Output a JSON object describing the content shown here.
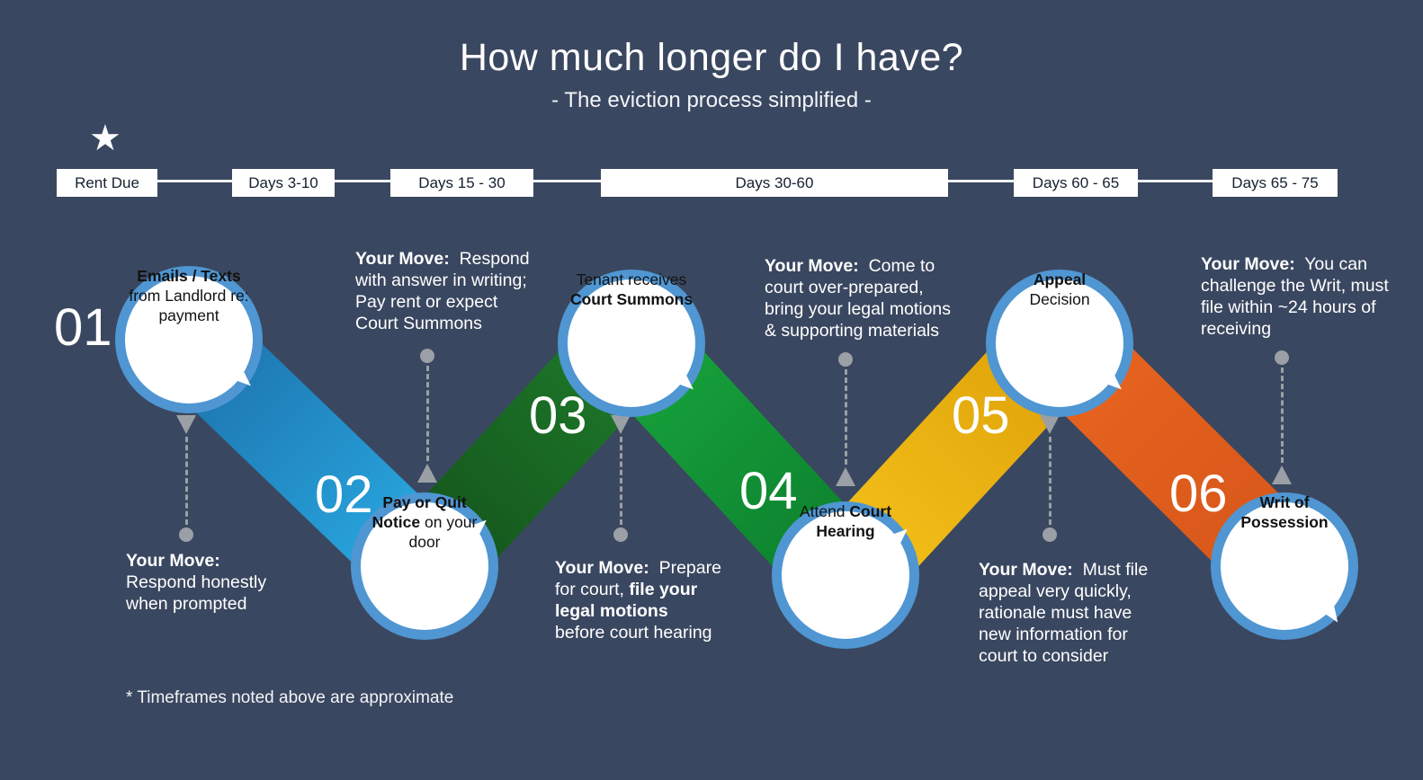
{
  "title": {
    "heading": "How much longer do I have?",
    "subheading": "- The eviction process simplified -"
  },
  "timeline": {
    "star_icon": "★",
    "items": [
      {
        "label": "Rent Due",
        "starred": true
      },
      {
        "label": "Days 3-10"
      },
      {
        "label": "Days 15 - 30"
      },
      {
        "label": "Days 30-60"
      },
      {
        "label": "Days 60 - 65"
      },
      {
        "label": "Days 65 - 75"
      }
    ]
  },
  "colors": {
    "background": "#3a4760",
    "circle_ring": "#4f96d2",
    "connector_gray": "#9aa0a5",
    "timeline_box_bg": "#ffffff",
    "timeline_box_text": "#15202f",
    "text_white": "#ffffff",
    "bubble_text": "#121212"
  },
  "ribbons": [
    {
      "name": "step1-to-step2",
      "from": "#1b6ca6",
      "to": "#2bafe8"
    },
    {
      "name": "step2-to-step3",
      "from": "#134f1a",
      "to": "#1e7e2b"
    },
    {
      "name": "step3-to-step4",
      "from": "#18a83e",
      "to": "#0c7b2c"
    },
    {
      "name": "step4-to-step5",
      "from": "#f7c41d",
      "to": "#dc9f06"
    },
    {
      "name": "step5-to-step6",
      "from": "#ea671f",
      "to": "#d4541a"
    }
  ],
  "steps": [
    {
      "number": "01",
      "position": "top",
      "bubble": [
        [
          {
            "t": "Emails / Texts",
            "b": true
          }
        ],
        [
          {
            "t": "from Landlord re:"
          }
        ],
        [
          {
            "t": "payment"
          }
        ]
      ],
      "your_move": [
        [
          {
            "t": "Your Move:",
            "b": true
          }
        ],
        [
          {
            "t": "Respond honestly"
          }
        ],
        [
          {
            "t": "when prompted"
          }
        ]
      ]
    },
    {
      "number": "02",
      "position": "bottom",
      "bubble": [
        [
          {
            "t": "Pay or Quit",
            "b": true
          }
        ],
        [
          {
            "t": "Notice",
            "b": true
          },
          {
            "t": " on your"
          }
        ],
        [
          {
            "t": "door"
          }
        ]
      ],
      "your_move": [
        [
          {
            "t": "Your Move:",
            "b": true
          },
          {
            "t": "  Respond"
          }
        ],
        [
          {
            "t": "with answer in writing;"
          }
        ],
        [
          {
            "t": "Pay rent or expect"
          }
        ],
        [
          {
            "t": "Court Summons"
          }
        ]
      ]
    },
    {
      "number": "03",
      "position": "top",
      "bubble": [
        [
          {
            "t": "Tenant receives"
          }
        ],
        [
          {
            "t": "Court Summons",
            "b": true
          }
        ]
      ],
      "your_move": [
        [
          {
            "t": "Your Move:",
            "b": true
          },
          {
            "t": "  Prepare"
          }
        ],
        [
          {
            "t": "for court, "
          },
          {
            "t": "file your",
            "b": true
          }
        ],
        [
          {
            "t": "legal motions",
            "b": true
          }
        ],
        [
          {
            "t": "before court hearing"
          }
        ]
      ]
    },
    {
      "number": "04",
      "position": "bottom",
      "bubble": [
        [
          {
            "t": "Attend "
          },
          {
            "t": "Court",
            "b": true
          }
        ],
        [
          {
            "t": "Hearing",
            "b": true
          }
        ]
      ],
      "your_move": [
        [
          {
            "t": "Your Move:",
            "b": true
          },
          {
            "t": "  Come to"
          }
        ],
        [
          {
            "t": "court over-prepared,"
          }
        ],
        [
          {
            "t": "bring your legal motions"
          }
        ],
        [
          {
            "t": "& supporting materials"
          }
        ]
      ]
    },
    {
      "number": "05",
      "position": "top",
      "bubble": [
        [
          {
            "t": "Appeal",
            "b": true
          }
        ],
        [
          {
            "t": "Decision"
          }
        ]
      ],
      "your_move": [
        [
          {
            "t": "Your Move:",
            "b": true
          },
          {
            "t": "  Must file"
          }
        ],
        [
          {
            "t": "appeal very quickly,"
          }
        ],
        [
          {
            "t": "rationale must have"
          }
        ],
        [
          {
            "t": "new information for"
          }
        ],
        [
          {
            "t": "court to consider"
          }
        ]
      ]
    },
    {
      "number": "06",
      "position": "bottom",
      "bubble": [
        [
          {
            "t": "Writ of",
            "b": true
          }
        ],
        [
          {
            "t": "Possession",
            "b": true
          }
        ]
      ],
      "your_move": [
        [
          {
            "t": "Your Move:",
            "b": true
          },
          {
            "t": "  You can"
          }
        ],
        [
          {
            "t": "challenge the Writ, must"
          }
        ],
        [
          {
            "t": "file within ~24 hours of"
          }
        ],
        [
          {
            "t": "receiving"
          }
        ]
      ]
    }
  ],
  "footer": {
    "note": "* Timeframes noted above are approximate"
  }
}
